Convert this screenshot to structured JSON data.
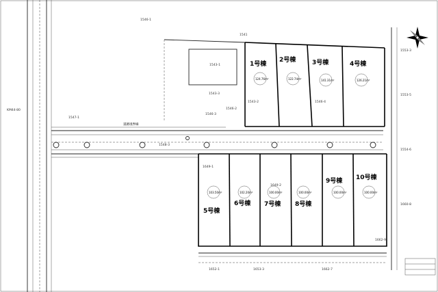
{
  "parcels": {
    "top": "1546-1",
    "north_block": "1541",
    "building": "1543-1",
    "north_small": "1543-3",
    "center_left": "1546-3",
    "center_mid": "1546-2",
    "road_left": "1547-1",
    "road_lot": "1548-3",
    "lot_1_parcel": "1543-2",
    "lot_3_parcel": "1546-4",
    "right_parcel_a": "1553-3",
    "right_parcel_b": "1553-5",
    "right_parcel_c": "1554-6",
    "south_parcel": "1649-1",
    "south_lot": "1649-2",
    "bottom_a": "1652-1",
    "bottom_b": "1653-3",
    "bottom_c": "1662-7",
    "bottom_d": "1662-9",
    "right_bottom": "1660-8"
  },
  "lots_north": [
    {
      "label": "1号棟",
      "area": "124.76m²"
    },
    {
      "label": "2号棟",
      "area": "122.74m²"
    },
    {
      "label": "3号棟",
      "area": "141.31m²"
    },
    {
      "label": "4号棟",
      "area": "126.21m²"
    }
  ],
  "lots_south": [
    {
      "label": "5号棟",
      "area": "103.50m²"
    },
    {
      "label": "6号棟",
      "area": "102.20m²"
    },
    {
      "label": "7号棟",
      "area": "100.00m²"
    },
    {
      "label": "8号棟",
      "area": "100.00m²"
    },
    {
      "label": "9号棟",
      "area": "100.00m²"
    },
    {
      "label": "10号棟",
      "area": "100.00m²"
    }
  ],
  "road_note": "道路境界線",
  "left_road": "KM44-80",
  "icons": {
    "north_arrow": "compass-star-icon"
  }
}
